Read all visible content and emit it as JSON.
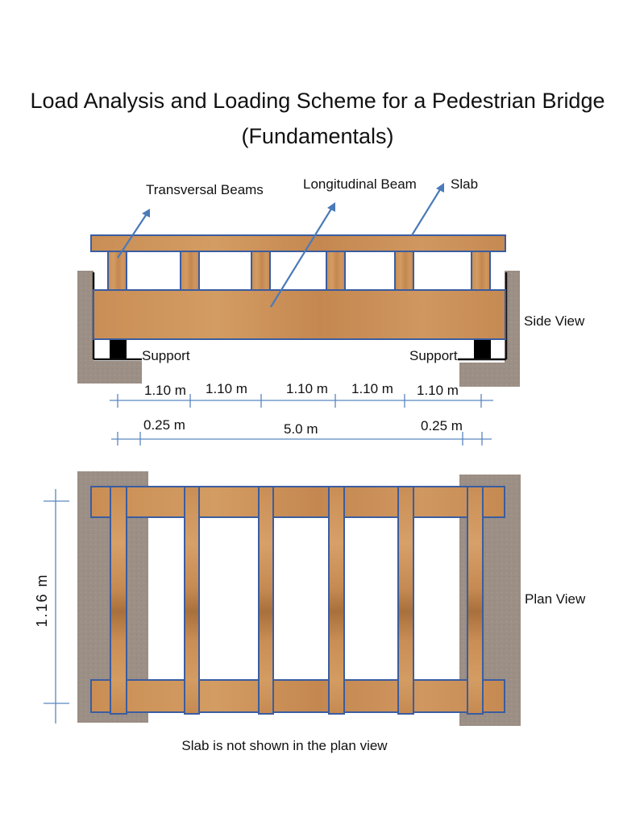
{
  "title": {
    "line1": "Load Analysis and Loading Scheme for a Pedestrian Bridge",
    "line2": "(Fundamentals)"
  },
  "labels": {
    "transversal_beams": "Transversal Beams",
    "longitudinal_beam": "Longitudinal Beam",
    "slab": "Slab",
    "side_view": "Side View",
    "plan_view": "Plan View",
    "support_left": "Support",
    "support_right": "Support",
    "footnote": "Slab is not shown in the plan view"
  },
  "dimensions": {
    "beam_spacing": [
      "1.10 m",
      "1.10 m",
      "1.10 m",
      "1.10 m",
      "1.10 m"
    ],
    "overhang_left": "0.25 m",
    "span": "5.0 m",
    "overhang_right": "0.25 m",
    "width": "1.16 m"
  },
  "colors": {
    "wood": "#c98e55",
    "wood_dark": "#a56a35",
    "beam_outline": "#3a5da0",
    "ground": "#9c8f85",
    "arrow": "#4a7ab8",
    "support": "#000000"
  }
}
